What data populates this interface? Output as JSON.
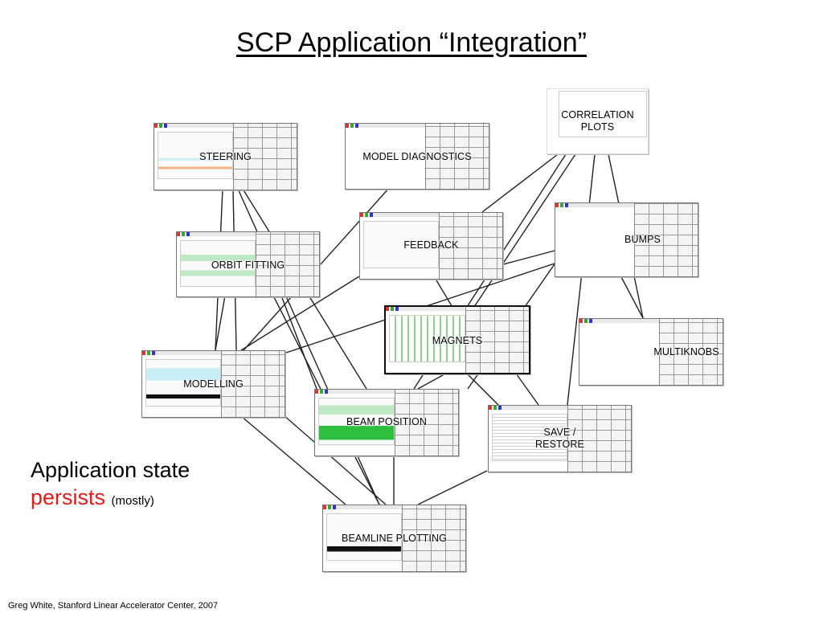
{
  "slide": {
    "title": "SCP Application “Integration”",
    "caption_line1": "Application state",
    "caption_persists": "persists",
    "caption_mostly": "(mostly)",
    "footer": "Greg White, Stanford Linear Accelerator Center, 2007"
  },
  "panels": {
    "steering": {
      "label": "STEERING"
    },
    "model_diagnostics": {
      "label": "MODEL DIAGNOSTICS"
    },
    "correlation_plots": {
      "label": "CORRELATION\nPLOTS"
    },
    "orbit_fitting": {
      "label": "ORBIT FITTING"
    },
    "feedback": {
      "label": "FEEDBACK"
    },
    "bumps": {
      "label": "BUMPS"
    },
    "magnets": {
      "label": "MAGNETS"
    },
    "multiknobs": {
      "label": "MULTIKNOBS"
    },
    "modelling": {
      "label": "MODELLING"
    },
    "beam_position": {
      "label": "BEAM POSITION"
    },
    "save_restore": {
      "label": "SAVE /\nRESTORE"
    },
    "beamline_plotting": {
      "label": "BEAMLINE PLOTTING"
    }
  },
  "colors": {
    "emphasis": "#e01b1b",
    "plot_trace_cyan": "#2bb6d0",
    "plot_trace_green": "#22aa33",
    "connector": "#222222"
  }
}
